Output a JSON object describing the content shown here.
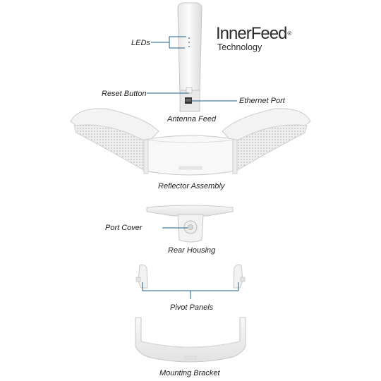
{
  "brand": {
    "name": "InnerFeed",
    "registered_mark": "®",
    "subtitle": "Technology"
  },
  "callouts": {
    "leds": "LEDs",
    "reset_button": "Reset Button",
    "ethernet_port": "Ethernet Port",
    "port_cover": "Port Cover"
  },
  "components": {
    "antenna_feed": "Antenna Feed",
    "reflector_assembly": "Reflector Assembly",
    "rear_housing": "Rear Housing",
    "pivot_panels": "Pivot Panels",
    "mounting_bracket": "Mounting Bracket"
  },
  "colors": {
    "callout_line": "#1f5f8b",
    "part_fill": "#f4f4f4",
    "part_stroke": "#c8c8c8",
    "mesh": "#d9d9d9"
  }
}
